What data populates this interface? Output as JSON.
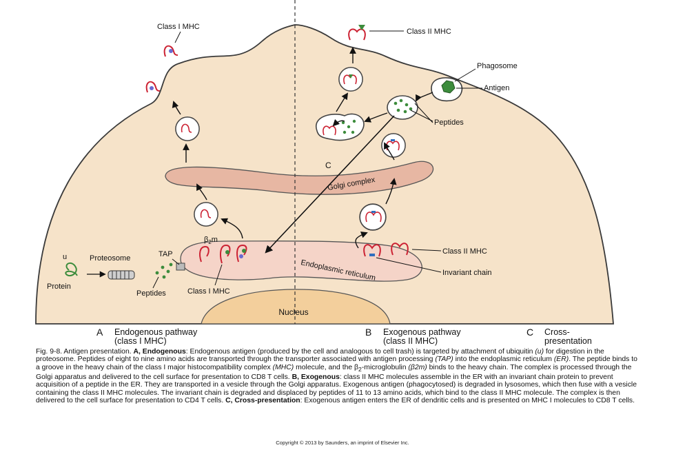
{
  "labels": {
    "class1_mhc_top": "Class I MHC",
    "class2_mhc_top": "Class II MHC",
    "phagosome": "Phagosome",
    "antigen": "Antigen",
    "peptides_right": "Peptides",
    "c_marker": "C",
    "golgi": "Golgi complex",
    "b2m_b": "β",
    "b2m_sub": "2",
    "b2m_m": "m",
    "tap": "TAP",
    "proteosome": "Proteosome",
    "u": "u",
    "protein": "Protein",
    "peptides_left": "Peptides",
    "class1_mhc_bottom": "Class I MHC",
    "er": "Endoplasmic reticulum",
    "class2_mhc_right": "Class II MHC",
    "invariant_chain": "Invariant chain",
    "nucleus": "Nucleus"
  },
  "panels": [
    {
      "letter": "A",
      "line1": "Endogenous pathway",
      "line2": "(class I MHC)"
    },
    {
      "letter": "B",
      "line1": "Exogenous pathway",
      "line2": "(class II MHC)"
    },
    {
      "letter": "C",
      "line1": "Cross-",
      "line2": "presentation"
    }
  ],
  "caption": {
    "p1": "Fig. 9-8. Antigen presentation. ",
    "a_head": "A, Endogenous",
    "p2": ": Endogenous antigen (produced by the cell and analogous to cell trash) is targeted by attachment of ubiquitin ",
    "u_term": "(u)",
    "p3": " for digestion in the proteosome. Peptides of eight to nine amino acids are transported through the transporter associated with antigen processing ",
    "tap_term": "(TAP)",
    "p4": " into the endoplasmic reticulum ",
    "er_term": "(ER)",
    "p5": ". The peptide binds to a groove in the heavy chain of the class I major histocompatibility complex ",
    "mhc_term": "(MHC)",
    "p6": " molecule, and the β",
    "p6_sub": "2",
    "p7": "-microglobulin ",
    "b2m_term": "(β2m)",
    "p8": " binds to the heavy chain. The complex is processed through the Golgi apparatus and delivered to the cell surface for presentation to CD8 T cells. ",
    "b_head": "B, Exogenous",
    "p9": ": class II MHC molecules assemble in the ER with an invariant chain protein to prevent acquisition of a peptide in the ER. They are transported in a vesicle through the Golgi apparatus. Exogenous antigen (phagocytosed) is degraded in lysosomes, which then fuse with a vesicle containing the class II MHC molecules. The invariant chain is degraded and displaced by peptides of 11 to 13 amino acids, which bind to the class II MHC molecule. The complex is then delivered to the cell surface for presentation to CD4 T cells. ",
    "c_head": "C, Cross-presentation",
    "p10": ": Exogenous antigen enters the ER of dendritic cells and is presented on MHC I molecules to CD8 T cells."
  },
  "copyright": "Copyright © 2013 by Saunders, an imprint of Elsevier Inc.",
  "colors": {
    "cytoplasm": "#f6e3c9",
    "cell_membrane": "#3a3a3a",
    "golgi": "#e7b7a3",
    "er": "#f5d4c8",
    "nucleus": "#f3cf9c",
    "mhc": "#cc2233",
    "antigen": "#3c8c3c",
    "invariant_chain": "#2f6fbf"
  }
}
